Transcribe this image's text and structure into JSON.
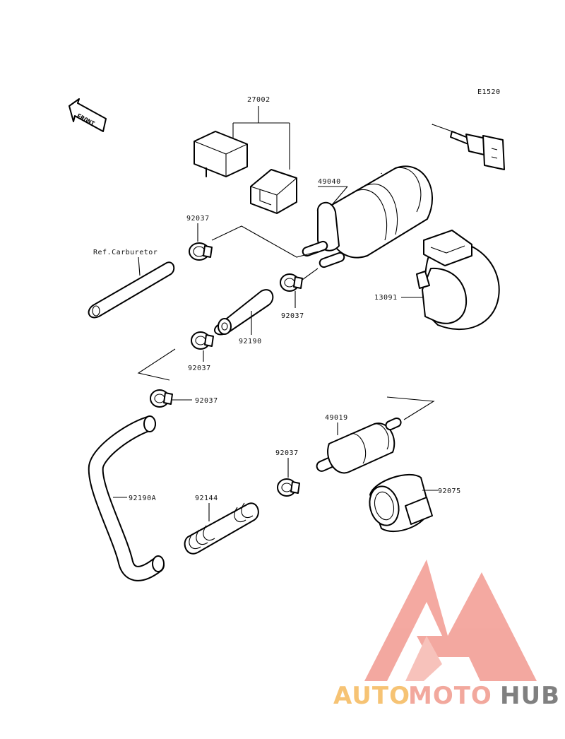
{
  "diagram": {
    "code": "E1520",
    "front_label": "FRONT",
    "ref_label": "Ref.Carburetor",
    "labels": {
      "p27002": "27002",
      "p49040": "49040",
      "p92037_a": "92037",
      "p92037_b": "92037",
      "p92037_c": "92037",
      "p92037_d": "92037",
      "p92037_e": "92037",
      "p13091": "13091",
      "p92190": "92190",
      "p92190a": "92190A",
      "p49019": "49019",
      "p92144": "92144",
      "p92075": "92075"
    }
  },
  "watermark": {
    "part1": "AUTO",
    "part2": "MOTO",
    "part3": "HUB",
    "colors": {
      "auto": "#f5b95c",
      "moto": "#f09a8c",
      "hub": "#6b6b6b",
      "logo": "#f29a90"
    }
  }
}
